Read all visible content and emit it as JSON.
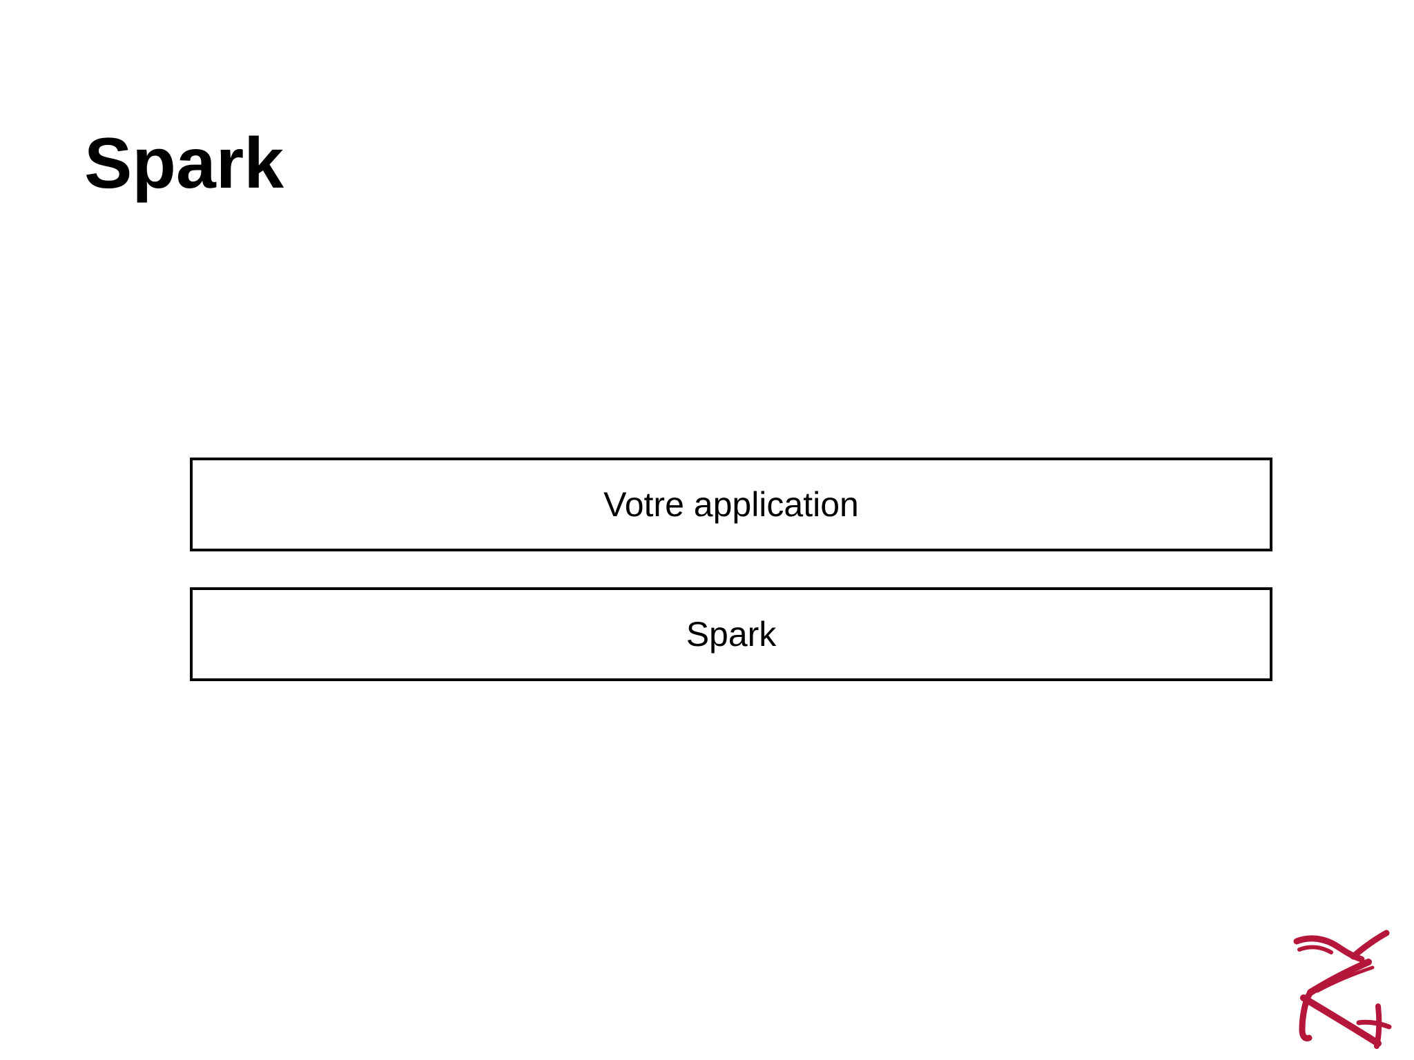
{
  "slide": {
    "title": "Spark"
  },
  "diagram": {
    "layers": [
      {
        "label": "Votre application"
      },
      {
        "label": "Spark"
      }
    ]
  },
  "logo": {
    "icon": "zk-monogram-logo-icon",
    "color": "#B5173A"
  }
}
